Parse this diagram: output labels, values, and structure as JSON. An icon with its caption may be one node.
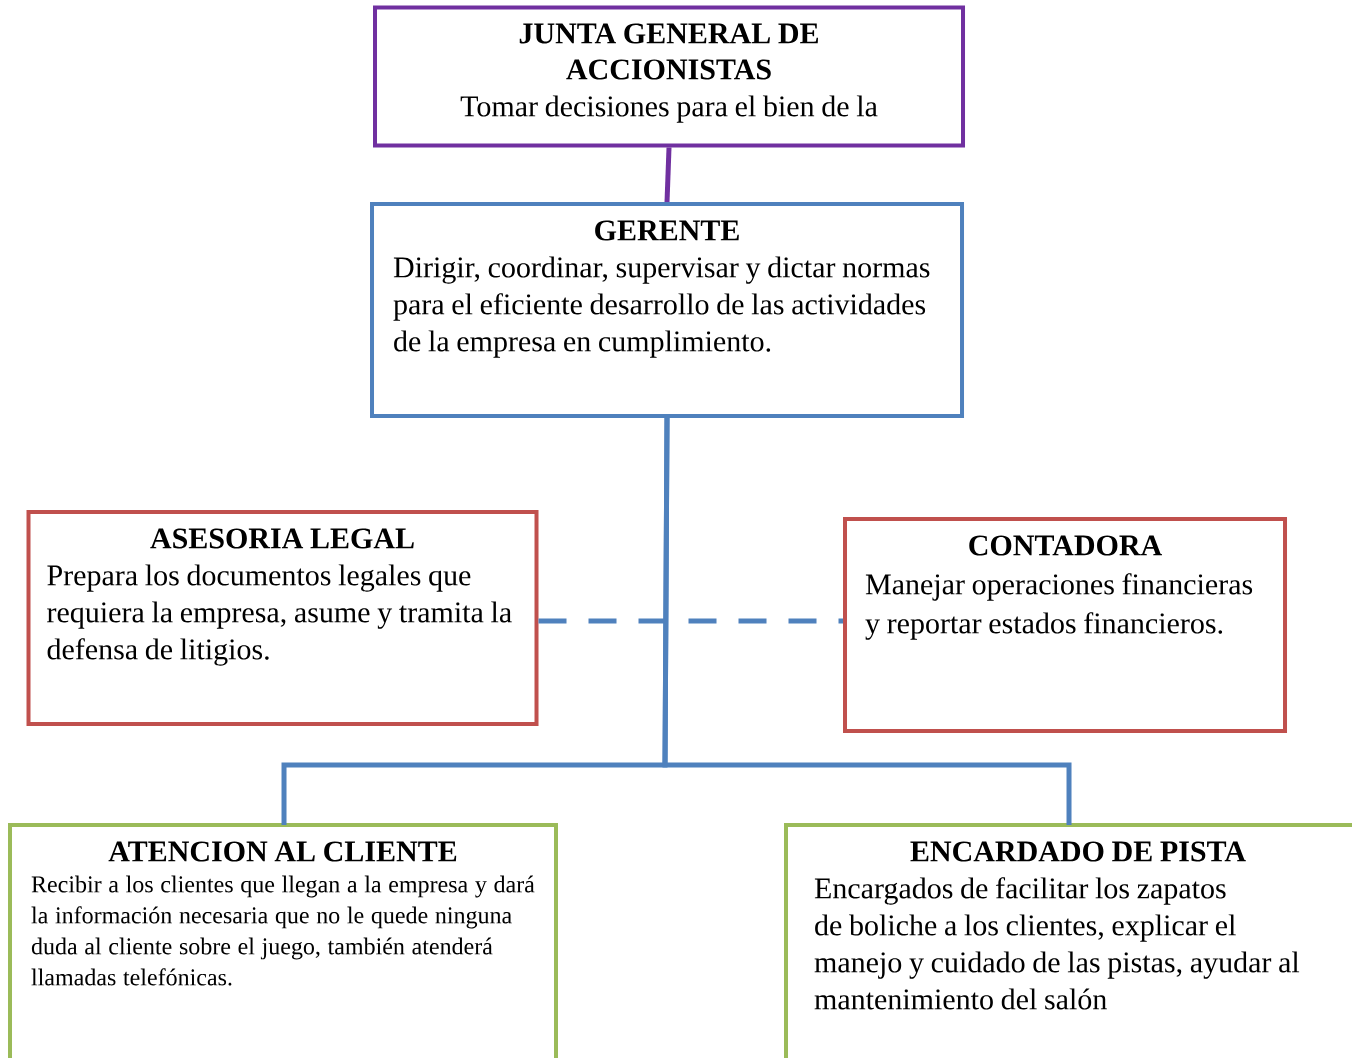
{
  "diagram": {
    "nodes": [
      {
        "text": [
          "JUNTA GENERAL DE ACCIONISTAS",
          "Tomar decisiones para el bien de la"
        ]
      },
      {
        "text": [
          "GERENTE",
          "Dirigir, coordinar, supervisar y dictar normas para el eficiente desarrollo de las actividades de la empresa en cumplimiento."
        ]
      },
      {
        "text": [
          "ASESORIA LEGAL",
          "Prepara los documentos legales que requiera la empresa, asume y tramita la defensa de litigios."
        ]
      },
      {
        "text": [
          "CONTADORA",
          "Manejar operaciones financieras y reportar estados financieros."
        ]
      },
      {
        "text": [
          "ATENCION AL CLIENTE",
          "Recibir a los clientes que llegan a la empresa y dará la información necesaria que no le quede ninguna duda al cliente sobre el juego, también atenderá llamadas telefónicas."
        ]
      },
      {
        "text": [
          "ENCARDADO DE PISTA",
          "Encargados de facilitar los zapatos de boliche a los clientes, explicar el manejo y cuidado de las pistas, ayudar al mantenimiento del salón"
        ]
      }
    ],
    "edges": [
      {
        "from": 0,
        "to": 1,
        "arrow": "none",
        "color": "#7030a0"
      },
      {
        "from": 1,
        "to": 4,
        "arrow": "none"
      },
      {
        "from": 1,
        "to": 5,
        "arrow": "none"
      },
      {
        "from": 2,
        "to": 3,
        "arrow": "none",
        "style": "dashed"
      }
    ]
  }
}
